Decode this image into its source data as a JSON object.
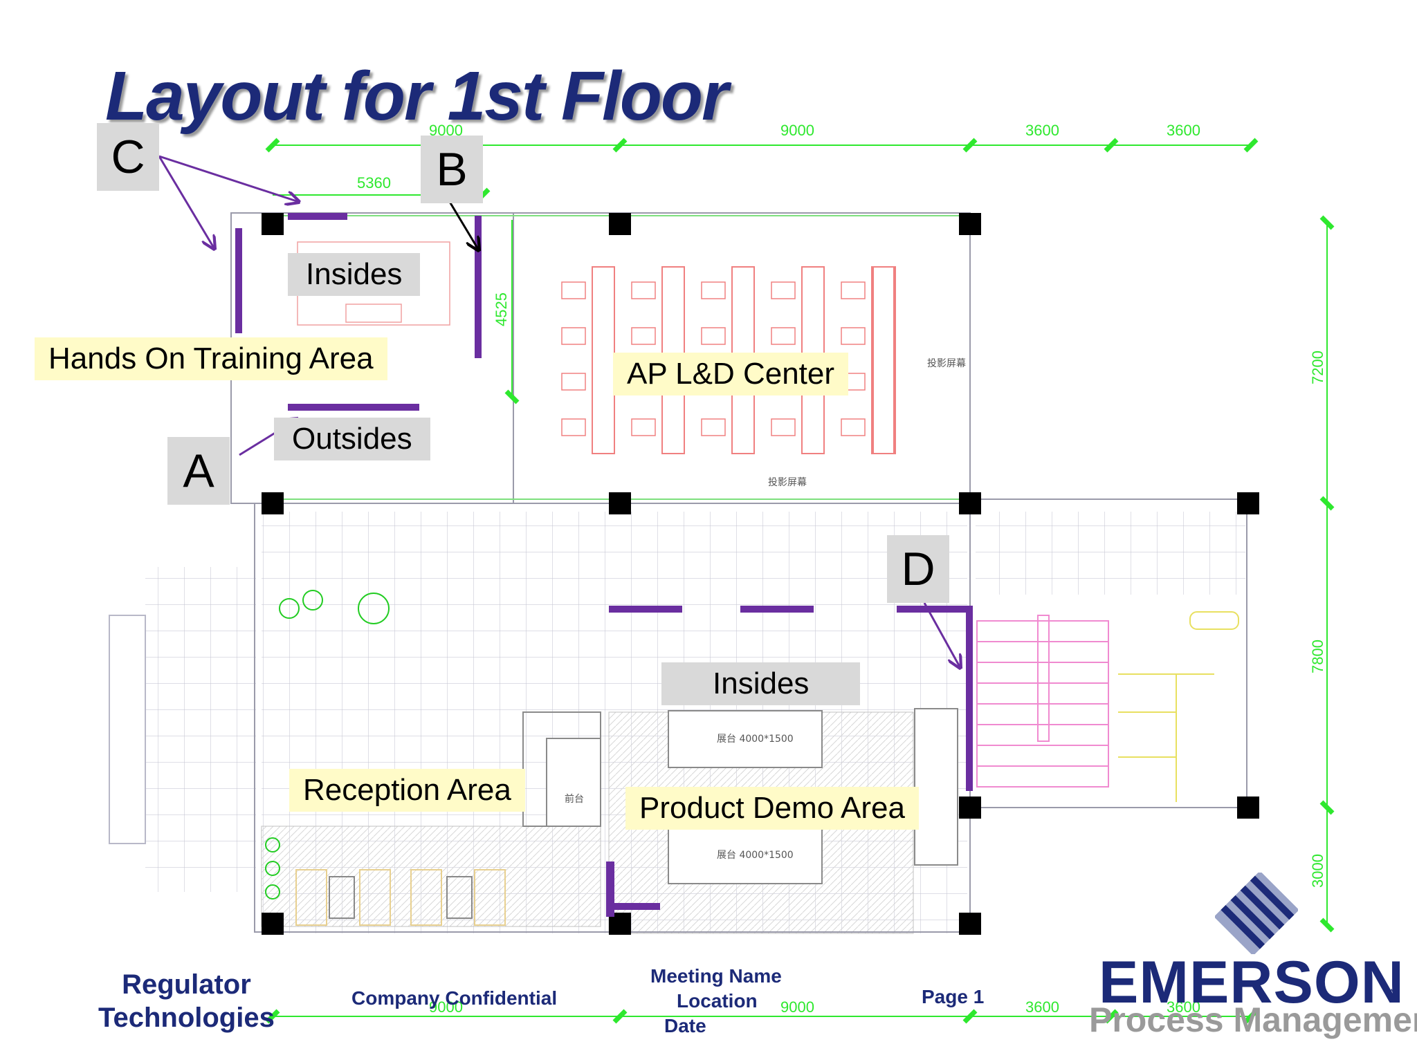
{
  "title": "Layout for 1st Floor",
  "dimensions": {
    "top": [
      "9000",
      "9000",
      "3600",
      "3600"
    ],
    "inner_width": "5360",
    "inner_height": "4525",
    "right": [
      "7200",
      "7800",
      "3000"
    ],
    "bottom": [
      "9000",
      "9000",
      "3600",
      "3600"
    ]
  },
  "markers": {
    "a": "A",
    "b": "B",
    "c": "C",
    "d": "D"
  },
  "areas": {
    "hands_on_training": "Hands On Training Area",
    "insides_top": "Insides",
    "outsides": "Outsides",
    "ap_center": "AP L&D Center",
    "insides_demo": "Insides",
    "reception": "Reception Area",
    "product_demo": "Product Demo Area"
  },
  "plan_text": {
    "screen_side": "投影屏幕",
    "screen_bottom": "投影屏幕",
    "front_desk": "前台",
    "display_table_1": "展台 4000*1500",
    "display_table_2": "展台 4000*1500"
  },
  "footer": {
    "company": "Regulator\nTechnologies",
    "confidential": "Company Confidential",
    "meeting_name": "Meeting Name",
    "location": "Location",
    "date": "Date",
    "page": "Page 1",
    "brand": "EMERSON",
    "brand_sub": "Process Management",
    "trademark": "TM"
  },
  "colors": {
    "title": "#1c2a78",
    "dimension": "#2ee82e",
    "wall_marker": "#6a2ea0",
    "column": "#000000",
    "label_yellow": "#fffbc8",
    "label_gray": "#d9d9d9"
  }
}
